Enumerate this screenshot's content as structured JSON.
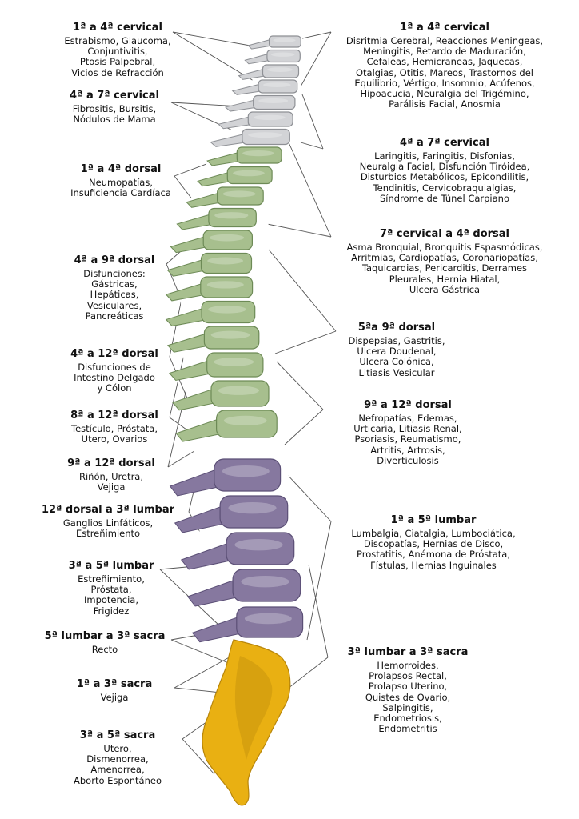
{
  "colors": {
    "cervical": "#d2d3d6",
    "cervical_edge": "#8e9095",
    "dorsal": "#a7bf8e",
    "dorsal_edge": "#6d8a56",
    "lumbar": "#86789f",
    "lumbar_edge": "#5b4f76",
    "sacral": "#e9b012",
    "sacral_edge": "#b8860b",
    "connector": "#555555"
  },
  "left_labels": [
    {
      "title": "1ª a 4ª cervical",
      "lines": [
        "Estrabismo, Glaucoma,",
        "Conjuntivitis,",
        "Ptosis Palpebral,",
        "Vicios de Refracción"
      ]
    },
    {
      "title": "4ª a 7ª cervical",
      "lines": [
        "Fibrositis, Bursitis,",
        "Nódulos de Mama"
      ]
    },
    {
      "title": "1ª a 4ª dorsal",
      "lines": [
        "Neumopatías,",
        "Insuficiencia Cardíaca"
      ]
    },
    {
      "title": "4ª a 9ª dorsal",
      "lines": [
        "Disfunciones:",
        "Gástricas,",
        "Hepáticas,",
        "Vesiculares,",
        "Pancreáticas"
      ]
    },
    {
      "title": "4ª a 12ª dorsal",
      "lines": [
        "Disfunciones de",
        "Intestino Delgado",
        "y Cólon"
      ]
    },
    {
      "title": "8ª a 12ª dorsal",
      "lines": [
        "Testículo, Próstata,",
        "Utero, Ovarios"
      ]
    },
    {
      "title": "9ª a 12ª dorsal",
      "lines": [
        "Riñón, Uretra,",
        "Vejiga"
      ]
    },
    {
      "title": "12ª dorsal a 3ª lumbar",
      "lines": [
        "Ganglios Linfáticos,",
        "Estreñimiento"
      ]
    },
    {
      "title": "3ª a 5ª lumbar",
      "lines": [
        "Estreñimiento,",
        "Próstata,",
        "Impotencia,",
        "Frigidez"
      ]
    },
    {
      "title": "5ª lumbar a 3ª sacra",
      "lines": [
        "Recto"
      ]
    },
    {
      "title": "1ª a 3ª sacra",
      "lines": [
        "Vejiga"
      ]
    },
    {
      "title": "3ª a 5ª sacra",
      "lines": [
        "Utero,",
        "Dismenorrea,",
        "Amenorrea,",
        "Aborto Espontáneo"
      ]
    }
  ],
  "right_labels": [
    {
      "title": "1ª a 4ª cervical",
      "lines": [
        "Disritmia Cerebral, Reacciones Meningeas,",
        "Meningitis, Retardo de Maduración,",
        "Cefaleas, Hemicraneas, Jaquecas,",
        "Otalgias, Otitis, Mareos, Trastornos del",
        "Equilibrio, Vértigo, Insomnio, Acúfenos,",
        "Hipoacucia, Neuralgia del Trigémino,",
        "Parálisis Facial, Anosmia"
      ]
    },
    {
      "title": "4ª a 7ª cervical",
      "lines": [
        "Laringitis, Faringitis, Disfonias,",
        "Neuralgia Facial, Disfunción Tiróidea,",
        "Disturbios Metabólicos, Epicondilitis,",
        "Tendinitis, Cervicobraquialgias,",
        "Síndrome de Túnel Carpiano"
      ]
    },
    {
      "title": "7ª cervical a 4ª dorsal",
      "lines": [
        "Asma Bronquial, Bronquitis Espasmódicas,",
        "Arritmias, Cardiopatías, Coronariopatías,",
        "Taquicardias, Pericarditis, Derrames",
        "Pleurales, Hernia Hiatal,",
        "Ulcera Gástrica"
      ]
    },
    {
      "title": "5ªa 9ª dorsal",
      "lines": [
        "Dispepsias, Gastritis,",
        "Ulcera Doudenal,",
        "Ulcera Colónica,",
        "Litiasis Vesicular"
      ]
    },
    {
      "title": "9ª a 12ª dorsal",
      "lines": [
        "Nefropatías, Edemas,",
        "Urticaria, Litiasis Renal,",
        "Psoriasis, Reumatismo,",
        "Artritis, Artrosis,",
        "Diverticulosis"
      ]
    },
    {
      "title": "1ª a 5ª lumbar",
      "lines": [
        "Lumbalgia, Ciatalgia, Lumbociática,",
        "Discopatías, Hernias de Disco,",
        "Prostatitis, Anémona de Próstata,",
        "Fístulas, Hernias Inguinales"
      ]
    },
    {
      "title": "3ª lumbar a 3ª sacra",
      "lines": [
        "Hemorroides,",
        "Prolapsos Rectal,",
        "Prolapso Uterino,",
        "Quistes de Ovario,",
        "Salpingitis,",
        "Endometriosis,",
        "Endometritis"
      ]
    }
  ]
}
